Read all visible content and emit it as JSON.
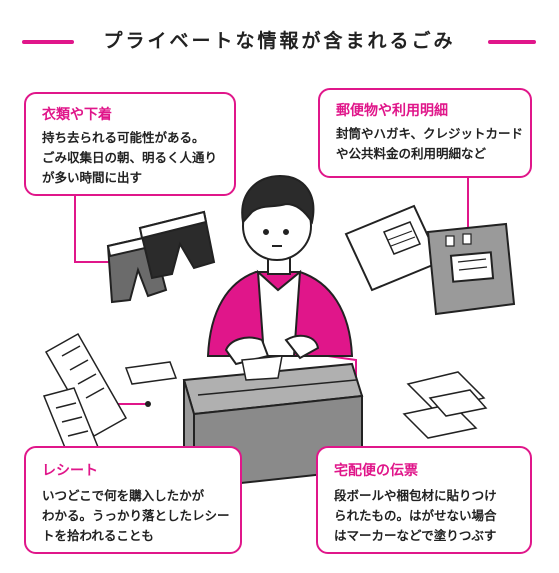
{
  "title": "プライベートな情報が含まれるごみ",
  "colors": {
    "accent": "#e0168a",
    "outline": "#222222",
    "gray": "#8a8a8a",
    "dark": "#555555"
  },
  "callouts": {
    "clothes": {
      "heading": "衣類や下着",
      "body": "持ち去られる可能性がある。\nごみ収集日の朝、明るく人通り\nが多い時間に出す"
    },
    "mail": {
      "heading": "郵便物や利用明細",
      "body": "封筒やハガキ、クレジットカード\nや公共料金の利用明細など"
    },
    "receipt": {
      "heading": "レシート",
      "body": "いつどこで何を購入したかが\nわかる。うっかり落としたレシー\nトを拾われることも"
    },
    "shipping": {
      "heading": "宅配便の伝票",
      "body": "段ボールや梱包材に貼りつけ\nられたもの。はがせない場合\nはマーカーなどで塗りつぶす"
    }
  }
}
